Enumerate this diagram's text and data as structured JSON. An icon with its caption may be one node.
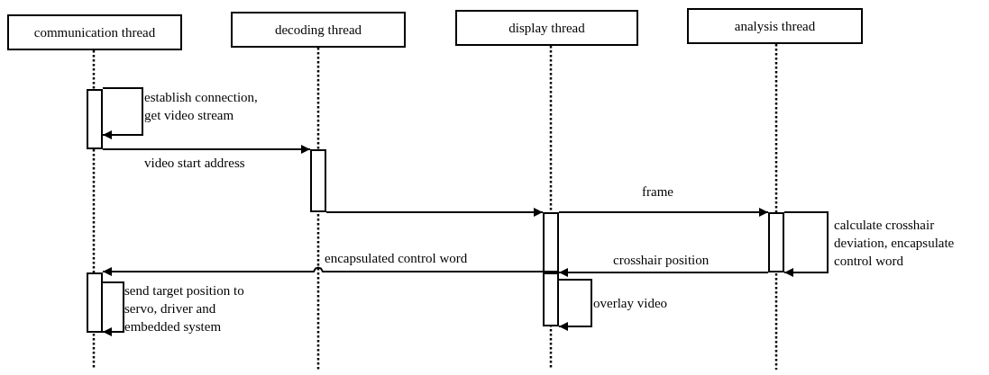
{
  "diagram": {
    "nodes": [
      {
        "text": [
          "communication thread"
        ]
      },
      {
        "text": [
          "decoding thread"
        ]
      },
      {
        "text": [
          "display thread"
        ]
      },
      {
        "text": [
          "analysis thread"
        ]
      },
      {
        "text": [],
        "shape": "bar"
      },
      {
        "text": [],
        "shape": "bar"
      },
      {
        "text": [],
        "shape": "bar"
      },
      {
        "text": [],
        "shape": "bar"
      },
      {
        "text": [],
        "shape": "bar"
      },
      {
        "text": [],
        "shape": "bar"
      }
    ],
    "edges": [
      {
        "from": 4,
        "to": 4,
        "arrow": "to",
        "label": "establish connection, get video stream"
      },
      {
        "from": 4,
        "to": 5,
        "arrow": "to",
        "label": "video start address"
      },
      {
        "from": 5,
        "to": 6,
        "arrow": "to"
      },
      {
        "from": 6,
        "to": 7,
        "arrow": "to",
        "label": "frame"
      },
      {
        "from": 7,
        "to": 7,
        "arrow": "to",
        "label": "calculate crosshair deviation, encapsulate control word"
      },
      {
        "from": 7,
        "to": 6,
        "arrow": "to",
        "label": "crosshair position"
      },
      {
        "from": 6,
        "to": 8,
        "arrow": "to",
        "label": "encapsulated control word"
      },
      {
        "from": 8,
        "to": 8,
        "arrow": "to",
        "label": "send target position to servo, driver and embedded system"
      },
      {
        "from": 9,
        "to": 9,
        "arrow": "to",
        "label": "overlay video"
      }
    ]
  }
}
